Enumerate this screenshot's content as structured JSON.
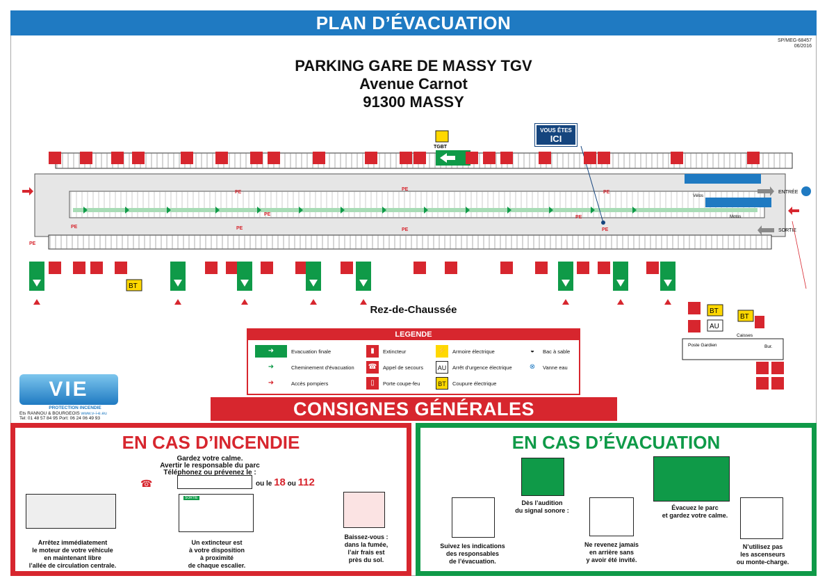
{
  "header": {
    "title": "PLAN D’ÉVACUATION"
  },
  "reference": {
    "code": "SP/MEG-68457",
    "date": "06/2016"
  },
  "address": {
    "line1": "PARKING GARE DE MASSY TGV",
    "line2": "Avenue Carnot",
    "line3": "91300 MASSY"
  },
  "you_are_here": {
    "line1": "VOUS ÊTES",
    "line2": "ICI"
  },
  "level": "Rez-de-Chaussée",
  "plan_labels": {
    "tgbt": "TGBT",
    "entree": "ENTRÉE",
    "sortie": "SORTIE",
    "velos": "Vélos",
    "motos": "Motos",
    "pe": "PE",
    "bt": "BT",
    "au": "AU",
    "caisses": "Caisses",
    "bur": "Bur.",
    "poste_gardien": "Poste Gardien"
  },
  "legend": {
    "title": "LEGENDE",
    "items": [
      "Evacuation finale",
      "Cheminement d'évacuation",
      "Accès pompiers",
      "Extincteur",
      "Appel de secours",
      "Porte coupe-feu",
      "Armoire électrique",
      "Arrêt d'urgence électrique",
      "Coupure électrique",
      "Bac à sable",
      "Vanne eau"
    ]
  },
  "logo": {
    "name": "VIE",
    "line1": "PROTECTION INCENDIE",
    "line2": "Ets RANNOU & BOURGEOIS",
    "website": "www.v-i-e.eu",
    "phones": "Tel: 01 48 57 84 95   Port: 06 24 06 49 93"
  },
  "consignes_title": "CONSIGNES GÉNÉRALES",
  "fire": {
    "title": "EN CAS D’INCENDIE",
    "intro1": "Gardez votre calme.",
    "intro2": "Avertir le responsable du parc",
    "intro3": "Téléphonez ou prévenez le :",
    "or_text": "ou le",
    "num1": "18",
    "or2": "ou",
    "num2": "112",
    "sortie_sign": "SORTIE",
    "step1": [
      "Arrêtez immédiatement",
      "le moteur de votre véhicule",
      "en maintenant libre",
      "l’allée de circulation centrale."
    ],
    "step2": [
      "Un extincteur est",
      "à votre disposition",
      "à proximité",
      "de chaque escalier."
    ],
    "step3": [
      "Baissez-vous :",
      "dans la fumée,",
      "l’air frais est",
      "près du sol."
    ]
  },
  "evacuation": {
    "title": "EN CAS D’ÉVACUATION",
    "step1": [
      "Suivez les indications",
      "des responsables",
      "de l’évacuation."
    ],
    "step2": [
      "Dès l’audition",
      "du signal sonore :"
    ],
    "step3": [
      "Ne revenez jamais",
      "en arrière sans",
      "y avoir été invité."
    ],
    "step4": [
      "Évacuez le parc",
      "et gardez votre calme."
    ],
    "step5": [
      "N’utilisez pas",
      "les ascenseurs",
      "ou  monte-charge."
    ]
  },
  "colors": {
    "blue": "#1f7ac2",
    "red": "#d7262e",
    "green": "#0f9a48",
    "navy": "#15457e",
    "yellow": "#ffd800"
  }
}
